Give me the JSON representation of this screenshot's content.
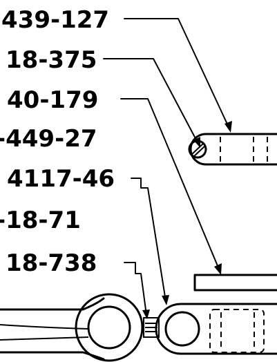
{
  "callouts": [
    {
      "id": "c1",
      "text": "439-127"
    },
    {
      "id": "c2",
      "text": "18-375"
    },
    {
      "id": "c3",
      "text": "40-179"
    },
    {
      "id": "c4",
      "text": "-449-27"
    },
    {
      "id": "c5",
      "text": "4117-46"
    },
    {
      "id": "c6",
      "text": "-18-71"
    },
    {
      "id": "c7",
      "text": "18-738"
    }
  ],
  "colors": {
    "ink": "#000000",
    "paper": "#ffffff"
  }
}
